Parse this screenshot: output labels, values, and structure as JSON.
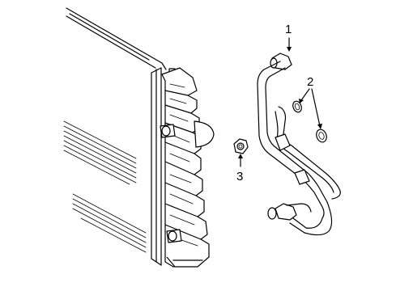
{
  "callouts": {
    "c1": "1",
    "c2": "2",
    "c3": "3"
  },
  "parts": [
    {
      "ref": "1",
      "icon": "cooler-line-assembly-icon"
    },
    {
      "ref": "2",
      "icon": "o-ring-seal-icon"
    },
    {
      "ref": "3",
      "icon": "hex-nut-icon"
    }
  ],
  "colors": {
    "line": "#000000",
    "background": "#ffffff"
  }
}
